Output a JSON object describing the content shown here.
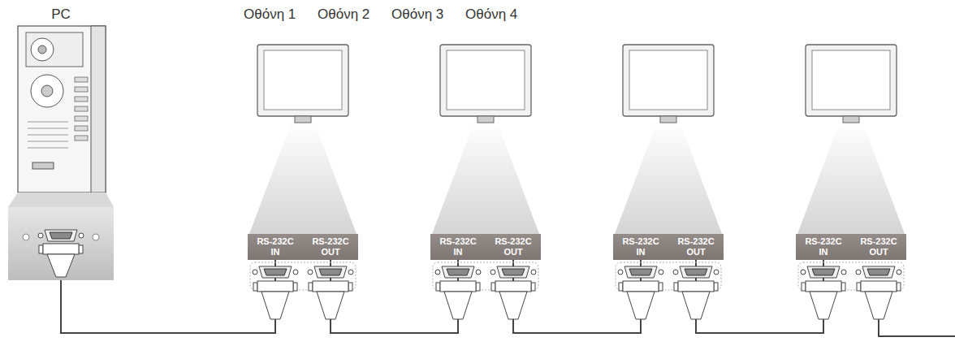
{
  "diagram": {
    "nodes": [
      {
        "text": [
          "PC"
        ]
      },
      {
        "text": [
          "RS-232C IN"
        ]
      },
      {
        "text": [
          "RS-232C OUT"
        ]
      },
      {
        "text": [
          "RS-232C IN"
        ]
      },
      {
        "text": [
          "RS-232C OUT"
        ]
      },
      {
        "text": [
          "RS-232C IN"
        ]
      },
      {
        "text": [
          "RS-232C OUT"
        ]
      },
      {
        "text": [
          "RS-232C IN"
        ]
      },
      {
        "text": [
          "RS-232C OUT"
        ]
      }
    ],
    "edges": [
      {
        "from": 0,
        "to": 1,
        "arrow": "none"
      },
      {
        "from": 2,
        "to": 3,
        "arrow": "none"
      },
      {
        "from": 4,
        "to": 5,
        "arrow": "none"
      },
      {
        "from": 6,
        "to": 7,
        "arrow": "none"
      }
    ],
    "labels": [
      "Οθόνη 1",
      "Οθόνη 2",
      "Οθόνη 3",
      "Οθόνη 4"
    ]
  }
}
